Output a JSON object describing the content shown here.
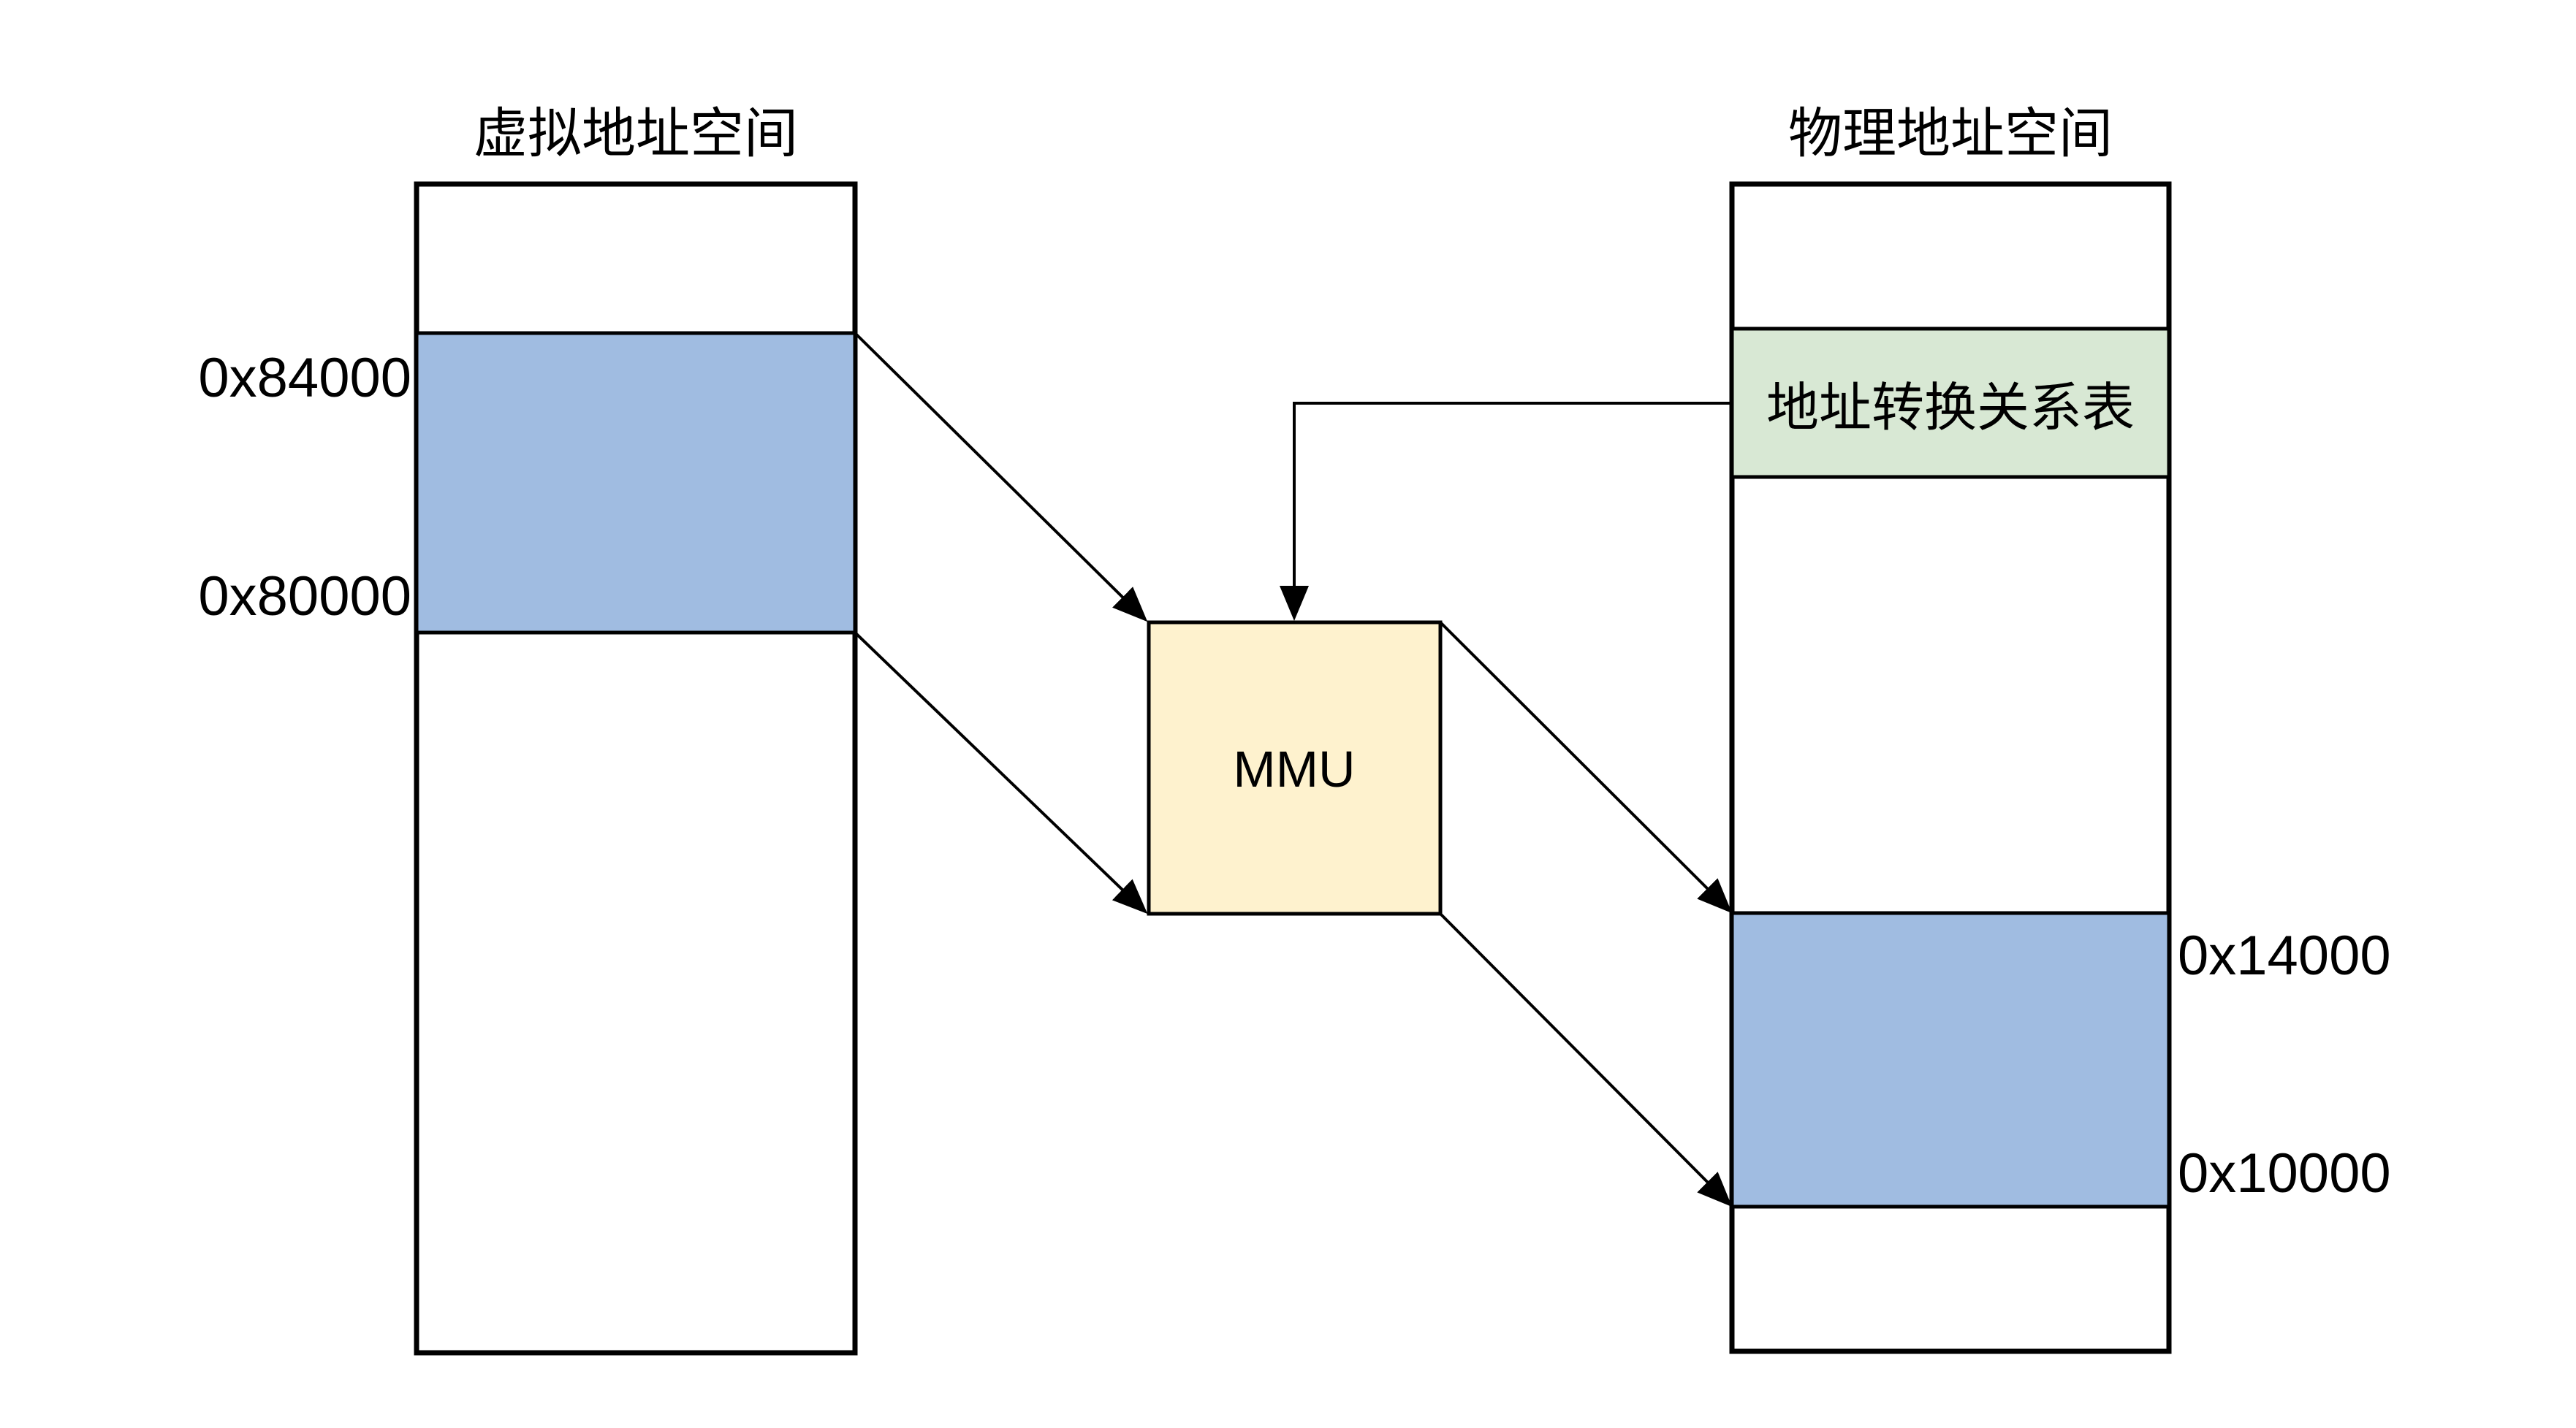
{
  "diagram": {
    "titles": {
      "virtual": "虚拟地址空间",
      "physical": "物理地址空间"
    },
    "virtual_space": {
      "upper_address": "0x84000",
      "lower_address": "0x80000"
    },
    "physical_space": {
      "upper_address": "0x14000",
      "lower_address": "0x10000"
    },
    "mmu": {
      "label": "MMU"
    },
    "translation_table": {
      "label": "地址转换关系表"
    },
    "colors": {
      "mapped_block_blue": "#a0bce1",
      "table_green": "#d8e8d4",
      "mmu_yellow": "#fef2ce",
      "stroke_black": "#000000",
      "background": "#ffffff"
    }
  }
}
